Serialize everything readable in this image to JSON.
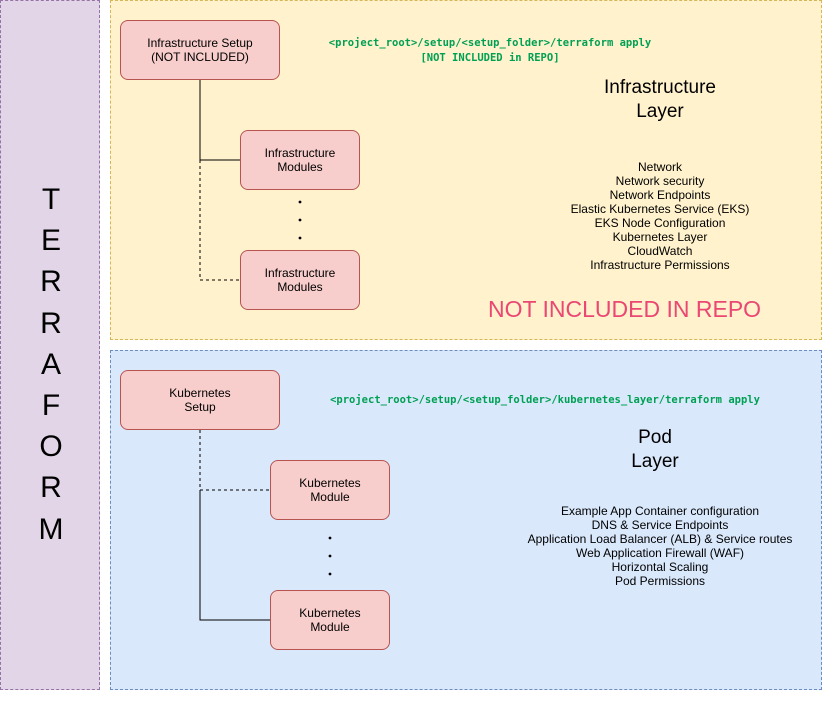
{
  "sidebar": {
    "letters": [
      "T",
      "E",
      "R",
      "R",
      "A",
      "F",
      "O",
      "R",
      "M"
    ]
  },
  "infrastructure_layer": {
    "setup_box": {
      "line1": "Infrastructure Setup",
      "line2": "(NOT INCLUDED)"
    },
    "command_line1": "<project_root>/setup/<setup_folder>/terraform apply",
    "command_line2": "[NOT INCLUDED in REPO]",
    "title_line1": "Infrastructure",
    "title_line2": "Layer",
    "module_box_top": {
      "line1": "Infrastructure",
      "line2": "Modules"
    },
    "module_box_bottom": {
      "line1": "Infrastructure",
      "line2": "Modules"
    },
    "features": [
      "Network",
      "Network security",
      "Network Endpoints",
      "Elastic Kubernetes Service (EKS)",
      "EKS Node Configuration",
      "Kubernetes Layer",
      "CloudWatch",
      "Infrastructure Permissions"
    ],
    "not_included_label": "NOT INCLUDED IN REPO"
  },
  "pod_layer": {
    "setup_box": {
      "line1": "Kubernetes",
      "line2": "Setup"
    },
    "command": "<project_root>/setup/<setup_folder>/kubernetes_layer/terraform apply",
    "title_line1": "Pod",
    "title_line2": "Layer",
    "module_box_top": {
      "line1": "Kubernetes",
      "line2": "Module"
    },
    "module_box_bottom": {
      "line1": "Kubernetes",
      "line2": "Module"
    },
    "features": [
      "Example App Container configuration",
      "DNS & Service Endpoints",
      "Application Load Balancer (ALB) & Service routes",
      "Web Application Firewall (WAF)",
      "Horizontal Scaling",
      "Pod Permissions"
    ]
  }
}
